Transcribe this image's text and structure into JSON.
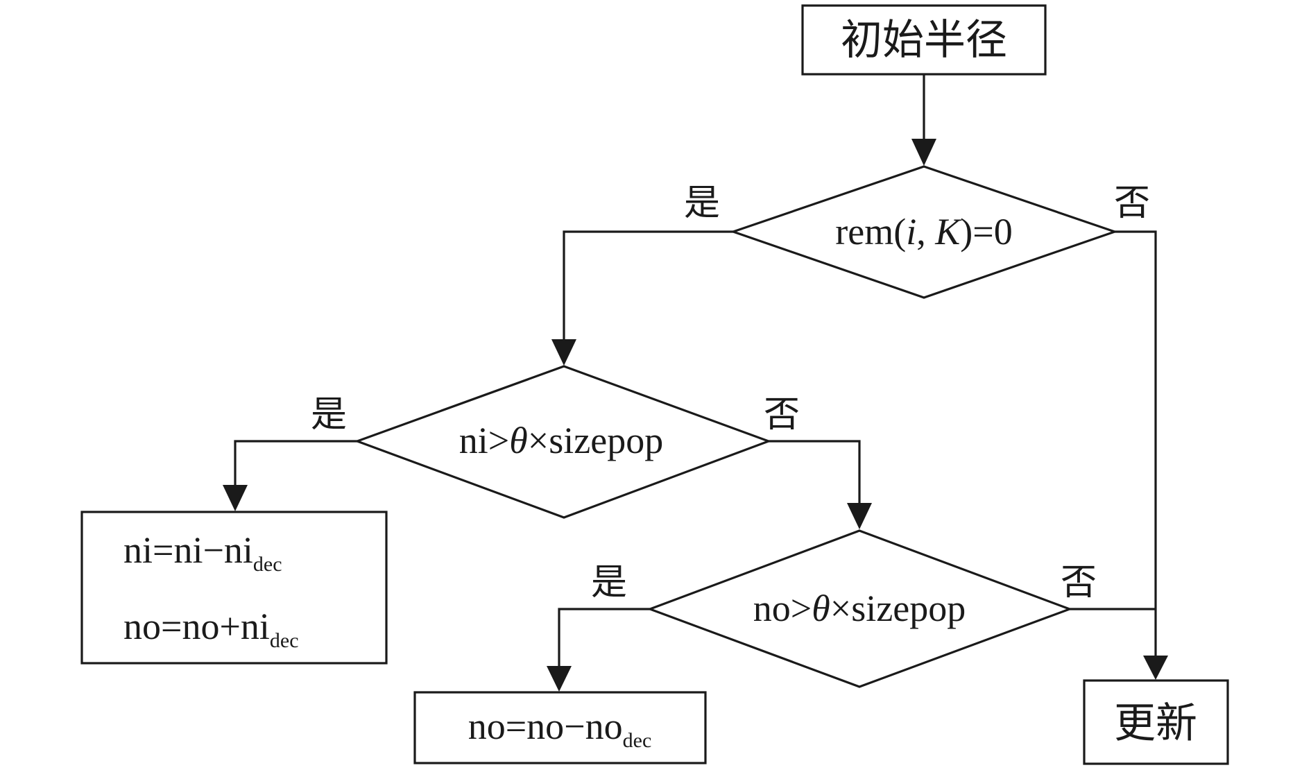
{
  "nodes": {
    "start": {
      "label": "初始半径"
    },
    "decision_rem": {
      "fn": "rem(",
      "i": "i",
      "sep": ", ",
      "k": "K",
      "close": ")=0"
    },
    "decision_ni": {
      "lhs": "ni>",
      "theta": "θ",
      "rhs": "×sizepop"
    },
    "decision_no": {
      "lhs": "no>",
      "theta": "θ",
      "rhs": "×sizepop"
    },
    "process_ni": {
      "line1": "ni=ni−ni",
      "line1_sub": "dec",
      "line2": "no=no+ni",
      "line2_sub": "dec"
    },
    "process_no": {
      "text": "no=no−no",
      "sub": "dec"
    },
    "update": {
      "label": "更新"
    }
  },
  "branches": {
    "yes": "是",
    "no": "否"
  }
}
